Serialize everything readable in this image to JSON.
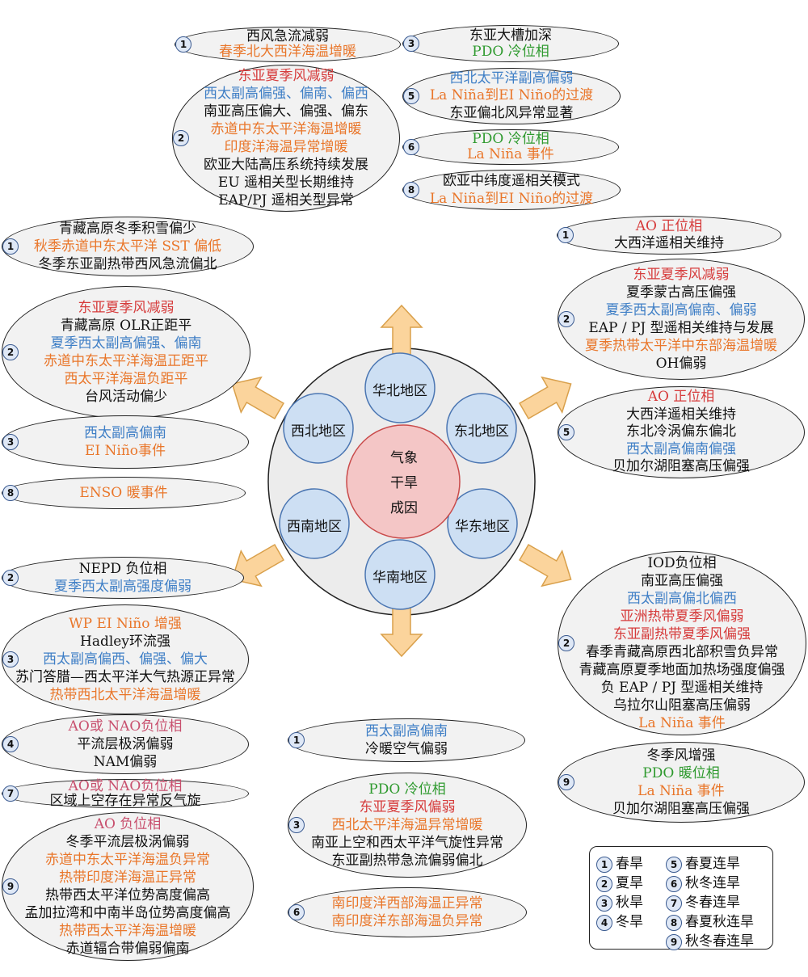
{
  "center": {
    "core_lines": [
      "气象",
      "干旱",
      "成因"
    ],
    "regions": {
      "north": "华北地区",
      "northwest": "西北地区",
      "northeast": "东北地区",
      "southwest": "西南地区",
      "east": "华东地区",
      "south": "华南地区"
    }
  },
  "colors": {
    "black": "#111111",
    "orange": "#e9762a",
    "blue": "#3f7fc6",
    "green": "#2f9a2f",
    "red": "#d63b3b",
    "pink": "#c8506e"
  },
  "bubbles": [
    {
      "id": "n1",
      "num": "1",
      "lines": [
        {
          "t": "西风急流减弱",
          "c": "black"
        },
        {
          "t": "春季北大西洋海温增暖",
          "c": "orange"
        }
      ]
    },
    {
      "id": "n2",
      "num": "2",
      "lines": [
        {
          "t": "东亚夏季风减弱",
          "c": "red"
        },
        {
          "t": "西太副高偏强、偏南、偏西",
          "c": "blue"
        },
        {
          "t": "南亚高压偏大、偏强、偏东",
          "c": "black"
        },
        {
          "t": "赤道中东太平洋海温增暖",
          "c": "orange"
        },
        {
          "t": "印度洋海温异常增暖",
          "c": "orange"
        },
        {
          "t": "欧亚大陆高压系统持续发展",
          "c": "black"
        },
        {
          "t": "EU 遥相关型长期维持",
          "c": "black"
        },
        {
          "t": "EAP/PJ 遥相关型异常",
          "c": "black"
        }
      ]
    },
    {
      "id": "n3",
      "num": "3",
      "lines": [
        {
          "t": "东亚大槽加深",
          "c": "black"
        },
        {
          "t": "PDO 冷位相",
          "c": "green"
        }
      ]
    },
    {
      "id": "n5",
      "num": "5",
      "lines": [
        {
          "t": "西北太平洋副高偏弱",
          "c": "blue"
        },
        {
          "t": "La Niña到EI Niño的过渡",
          "c": "orange"
        },
        {
          "t": "东亚偏北风异常显著",
          "c": "black"
        }
      ]
    },
    {
      "id": "n6",
      "num": "6",
      "lines": [
        {
          "t": "PDO 冷位相",
          "c": "green"
        },
        {
          "t": "La Niña 事件",
          "c": "orange"
        }
      ]
    },
    {
      "id": "n8",
      "num": "8",
      "lines": [
        {
          "t": "欧亚中纬度遥相关模式",
          "c": "black"
        },
        {
          "t": "La Niña到EI Niño的过渡",
          "c": "orange"
        }
      ]
    },
    {
      "id": "nw1",
      "num": "1",
      "lines": [
        {
          "t": "青藏高原冬季积雪偏少",
          "c": "black"
        },
        {
          "t": "秋季赤道中东太平洋 SST 偏低",
          "c": "orange"
        },
        {
          "t": "冬季东亚副热带西风急流偏北",
          "c": "black"
        }
      ]
    },
    {
      "id": "nw2",
      "num": "2",
      "lines": [
        {
          "t": "东亚夏季风减弱",
          "c": "red"
        },
        {
          "t": "青藏高原 OLR正距平",
          "c": "black"
        },
        {
          "t": "夏季西太副高偏强、偏南",
          "c": "blue"
        },
        {
          "t": "赤道中东太平洋海温正距平",
          "c": "orange"
        },
        {
          "t": "西太平洋海温负距平",
          "c": "orange"
        },
        {
          "t": "台风活动偏少",
          "c": "black"
        }
      ]
    },
    {
      "id": "nw3",
      "num": "3",
      "lines": [
        {
          "t": "西太副高偏南",
          "c": "blue"
        },
        {
          "t": "EI Niño事件",
          "c": "orange"
        }
      ]
    },
    {
      "id": "nw8",
      "num": "8",
      "lines": [
        {
          "t": "ENSO 暖事件",
          "c": "orange"
        }
      ]
    },
    {
      "id": "ne1",
      "num": "1",
      "lines": [
        {
          "t": "AO 正位相",
          "c": "red"
        },
        {
          "t": "大西洋遥相关维持",
          "c": "black"
        }
      ]
    },
    {
      "id": "ne2",
      "num": "2",
      "lines": [
        {
          "t": "东亚夏季风减弱",
          "c": "red"
        },
        {
          "t": "夏季蒙古高压偏强",
          "c": "black"
        },
        {
          "t": "夏季西太副高偏南、偏弱",
          "c": "blue"
        },
        {
          "t": "EAP / PJ 型遥相关维持与发展",
          "c": "black"
        },
        {
          "t": "夏季热带太平洋中东部海温增暖",
          "c": "orange"
        },
        {
          "t": "OH偏弱",
          "c": "black"
        }
      ]
    },
    {
      "id": "ne5",
      "num": "5",
      "lines": [
        {
          "t": "AO 正位相",
          "c": "red"
        },
        {
          "t": "大西洋遥相关维持",
          "c": "black"
        },
        {
          "t": "东北冷涡偏东偏北",
          "c": "black"
        },
        {
          "t": "西太副高偏南偏强",
          "c": "blue"
        },
        {
          "t": "贝加尔湖阻塞高压偏强",
          "c": "black"
        }
      ]
    },
    {
      "id": "sw2",
      "num": "2",
      "lines": [
        {
          "t": "NEPD 负位相",
          "c": "black"
        },
        {
          "t": "夏季西太副高强度偏弱",
          "c": "blue"
        }
      ]
    },
    {
      "id": "sw3",
      "num": "3",
      "lines": [
        {
          "t": "WP EI Niño 增强",
          "c": "orange"
        },
        {
          "t": "Hadley环流强",
          "c": "black"
        },
        {
          "t": "西太副高偏西、偏强、偏大",
          "c": "blue"
        },
        {
          "t": "苏门答腊—西太平洋大气热源正异常",
          "c": "black"
        },
        {
          "t": "热带西北太平洋海温增暖",
          "c": "orange"
        }
      ]
    },
    {
      "id": "sw4",
      "num": "4",
      "lines": [
        {
          "t": "AO或 NAO负位相",
          "c": "pink"
        },
        {
          "t": "平流层极涡偏弱",
          "c": "black"
        },
        {
          "t": "NAM偏弱",
          "c": "black"
        }
      ]
    },
    {
      "id": "sw7",
      "num": "7",
      "lines": [
        {
          "t": "AO或 NAO负位相",
          "c": "pink"
        },
        {
          "t": "区域上空存在异常反气旋",
          "c": "black"
        }
      ]
    },
    {
      "id": "sw9",
      "num": "9",
      "lines": [
        {
          "t": "AO 负位相",
          "c": "pink"
        },
        {
          "t": "冬季平流层极涡偏弱",
          "c": "black"
        },
        {
          "t": "赤道中东太平洋海温负异常",
          "c": "orange"
        },
        {
          "t": "热带印度洋海温正异常",
          "c": "orange"
        },
        {
          "t": "热带西太平洋位势高度偏高",
          "c": "black"
        },
        {
          "t": "孟加拉湾和中南半岛位势高度偏高",
          "c": "black"
        },
        {
          "t": "热带西太平洋海温增暖",
          "c": "orange"
        },
        {
          "t": "赤道辐合带偏弱偏南",
          "c": "black"
        }
      ]
    },
    {
      "id": "s1",
      "num": "1",
      "lines": [
        {
          "t": "西太副高偏南",
          "c": "blue"
        },
        {
          "t": "冷暖空气偏弱",
          "c": "black"
        }
      ]
    },
    {
      "id": "s3",
      "num": "3",
      "lines": [
        {
          "t": "PDO 冷位相",
          "c": "green"
        },
        {
          "t": "东亚夏季风偏弱",
          "c": "red"
        },
        {
          "t": "西北太平洋海温异常增暖",
          "c": "orange"
        },
        {
          "t": "南亚上空和西太平洋气旋性异常",
          "c": "black"
        },
        {
          "t": "东亚副热带急流偏弱偏北",
          "c": "black"
        }
      ]
    },
    {
      "id": "s6",
      "num": "6",
      "lines": [
        {
          "t": "南印度洋西部海温正异常",
          "c": "orange"
        },
        {
          "t": "南印度洋东部海温负异常",
          "c": "orange"
        }
      ]
    },
    {
      "id": "e2",
      "num": "2",
      "lines": [
        {
          "t": "IOD负位相",
          "c": "black"
        },
        {
          "t": "南亚高压偏强",
          "c": "black"
        },
        {
          "t": "西太副高偏北偏西",
          "c": "blue"
        },
        {
          "t": "亚洲热带夏季风偏弱",
          "c": "red"
        },
        {
          "t": "东亚副热带夏季风偏强",
          "c": "red"
        },
        {
          "t": "春季青藏高原西北部积雪负异常",
          "c": "black"
        },
        {
          "t": "青藏高原夏季地面加热场强度偏强",
          "c": "black"
        },
        {
          "t": "负 EAP / PJ 型遥相关维持",
          "c": "black"
        },
        {
          "t": "乌拉尔山阻塞高压偏弱",
          "c": "black"
        },
        {
          "t": "La Niña 事件",
          "c": "orange"
        }
      ]
    },
    {
      "id": "e9",
      "num": "9",
      "lines": [
        {
          "t": "冬季风增强",
          "c": "black"
        },
        {
          "t": "PDO 暖位相",
          "c": "green"
        },
        {
          "t": "La Niña 事件",
          "c": "orange"
        },
        {
          "t": "贝加尔湖阻塞高压偏强",
          "c": "black"
        }
      ]
    }
  ],
  "legend": [
    {
      "num": "1",
      "label": "春旱"
    },
    {
      "num": "2",
      "label": "夏旱"
    },
    {
      "num": "3",
      "label": "秋旱"
    },
    {
      "num": "4",
      "label": "冬旱"
    },
    {
      "num": "5",
      "label": "春夏连旱"
    },
    {
      "num": "6",
      "label": "秋冬连旱"
    },
    {
      "num": "7",
      "label": "冬春连旱"
    },
    {
      "num": "8",
      "label": "春夏秋连旱"
    },
    {
      "num": "9",
      "label": "秋冬春连旱"
    }
  ]
}
